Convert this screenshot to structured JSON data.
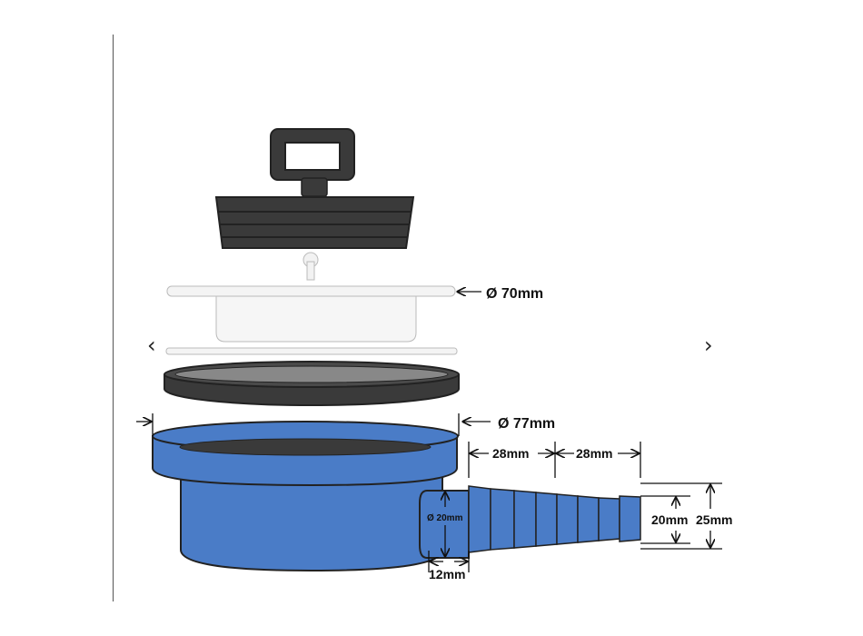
{
  "nav": {
    "prev": "‹",
    "next": "›"
  },
  "colors": {
    "rubber": "#3a3a3a",
    "rubber_band": "#2a2a2a",
    "clear_part": "#f2f2f2",
    "blue": "#4a7cc7",
    "blue_dark": "#2f5ea8",
    "outline": "#222222"
  },
  "labels": {
    "d70": "Ø 70mm",
    "d77": "Ø 77mm",
    "len_a": "28mm",
    "len_b": "28mm",
    "inlet_d": "Ø 20mm",
    "small_d": "20mm",
    "large_d": "25mm",
    "stub_len": "12mm"
  },
  "parts": [
    "rubber-plug-with-handle",
    "clear-lid",
    "clear-ring",
    "black-gasket",
    "blue-tank-with-hose-barb"
  ]
}
